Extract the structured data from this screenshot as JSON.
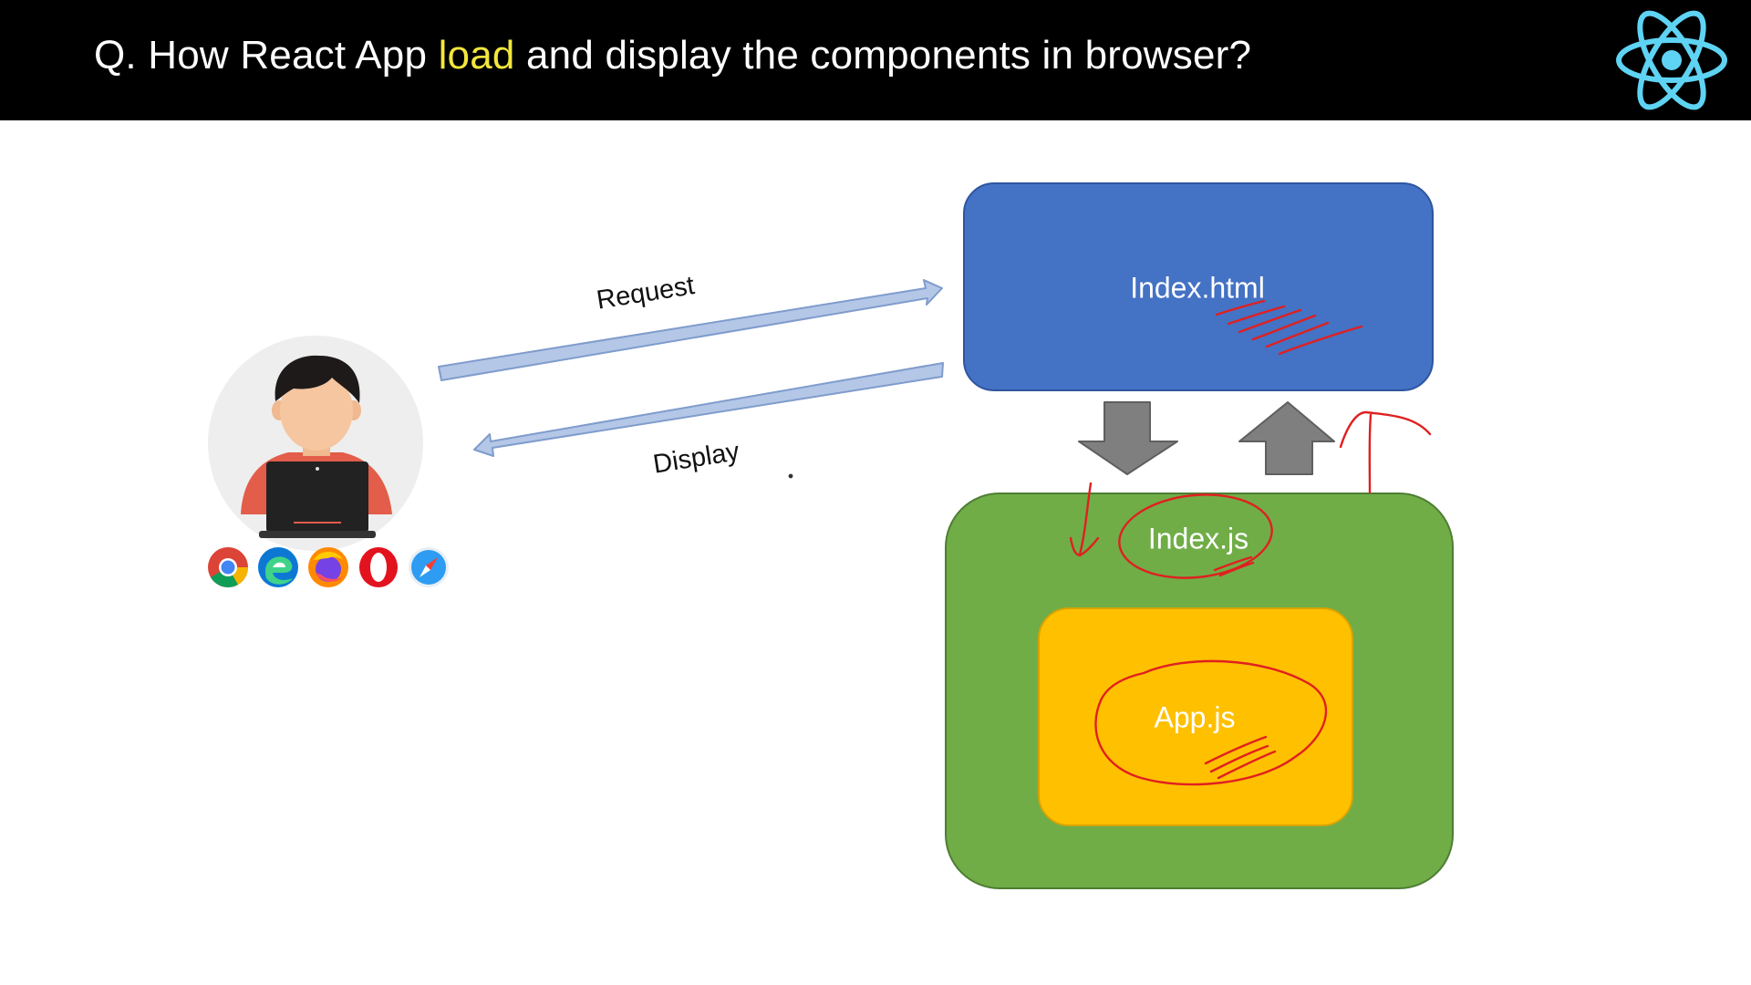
{
  "slide": {
    "title_prefix": "Q. How React App ",
    "title_highlight": "load",
    "title_suffix": " and display the components in browser?"
  },
  "colors": {
    "header_bg": "#000000",
    "title_text": "#ffffff",
    "title_highlight": "#f2e63c",
    "react_logo": "#5fd3f3",
    "index_html_box": "#4472c4",
    "index_js_box": "#70ad47",
    "app_js_box": "#ffc000",
    "request_display_arrow": "#b4c7e7",
    "block_arrow": "#7f7f7f",
    "annotation_ink": "#e02020"
  },
  "diagram": {
    "boxes": {
      "index_html": "Index.html",
      "index_js": "Index.js",
      "app_js": "App.js"
    },
    "arrows": {
      "request": "Request",
      "display": "Display"
    }
  },
  "icons": {
    "header": "react-logo-icon",
    "user": "user-with-laptop-icon",
    "browsers": [
      "chrome-icon",
      "edge-icon",
      "firefox-icon",
      "opera-icon",
      "safari-icon"
    ]
  }
}
